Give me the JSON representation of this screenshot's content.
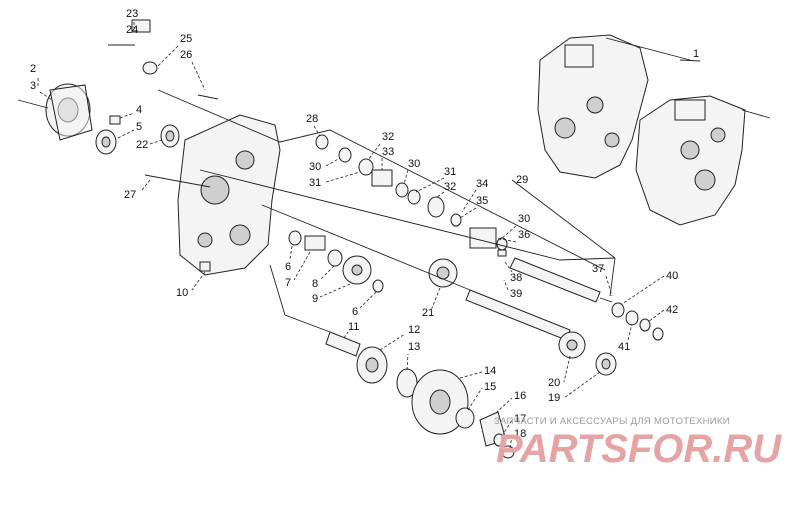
{
  "callouts": [
    {
      "label": "1"
    },
    {
      "label": "2"
    },
    {
      "label": "3"
    },
    {
      "label": "4"
    },
    {
      "label": "5"
    },
    {
      "label": "6"
    },
    {
      "label": "7"
    },
    {
      "label": "8"
    },
    {
      "label": "9"
    },
    {
      "label": "6"
    },
    {
      "label": "10"
    },
    {
      "label": "11"
    },
    {
      "label": "12"
    },
    {
      "label": "13"
    },
    {
      "label": "14"
    },
    {
      "label": "15"
    },
    {
      "label": "16"
    },
    {
      "label": "17"
    },
    {
      "label": "18"
    },
    {
      "label": "19"
    },
    {
      "label": "20"
    },
    {
      "label": "21"
    },
    {
      "label": "22"
    },
    {
      "label": "23"
    },
    {
      "label": "24"
    },
    {
      "label": "25"
    },
    {
      "label": "26"
    },
    {
      "label": "27"
    },
    {
      "label": "28"
    },
    {
      "label": "29"
    },
    {
      "label": "30"
    },
    {
      "label": "31"
    },
    {
      "label": "32"
    },
    {
      "label": "33"
    },
    {
      "label": "30"
    },
    {
      "label": "31"
    },
    {
      "label": "32"
    },
    {
      "label": "34"
    },
    {
      "label": "35"
    },
    {
      "label": "30"
    },
    {
      "label": "36"
    },
    {
      "label": "37"
    },
    {
      "label": "38"
    },
    {
      "label": "39"
    },
    {
      "label": "40"
    },
    {
      "label": "41"
    },
    {
      "label": "42"
    }
  ],
  "watermark": {
    "caption": "ЗАПЧАСТИ И АКСЕССУАРЫ ДЛЯ МОТОТЕХНИКИ",
    "logo": "PARTSFOR.RU"
  }
}
